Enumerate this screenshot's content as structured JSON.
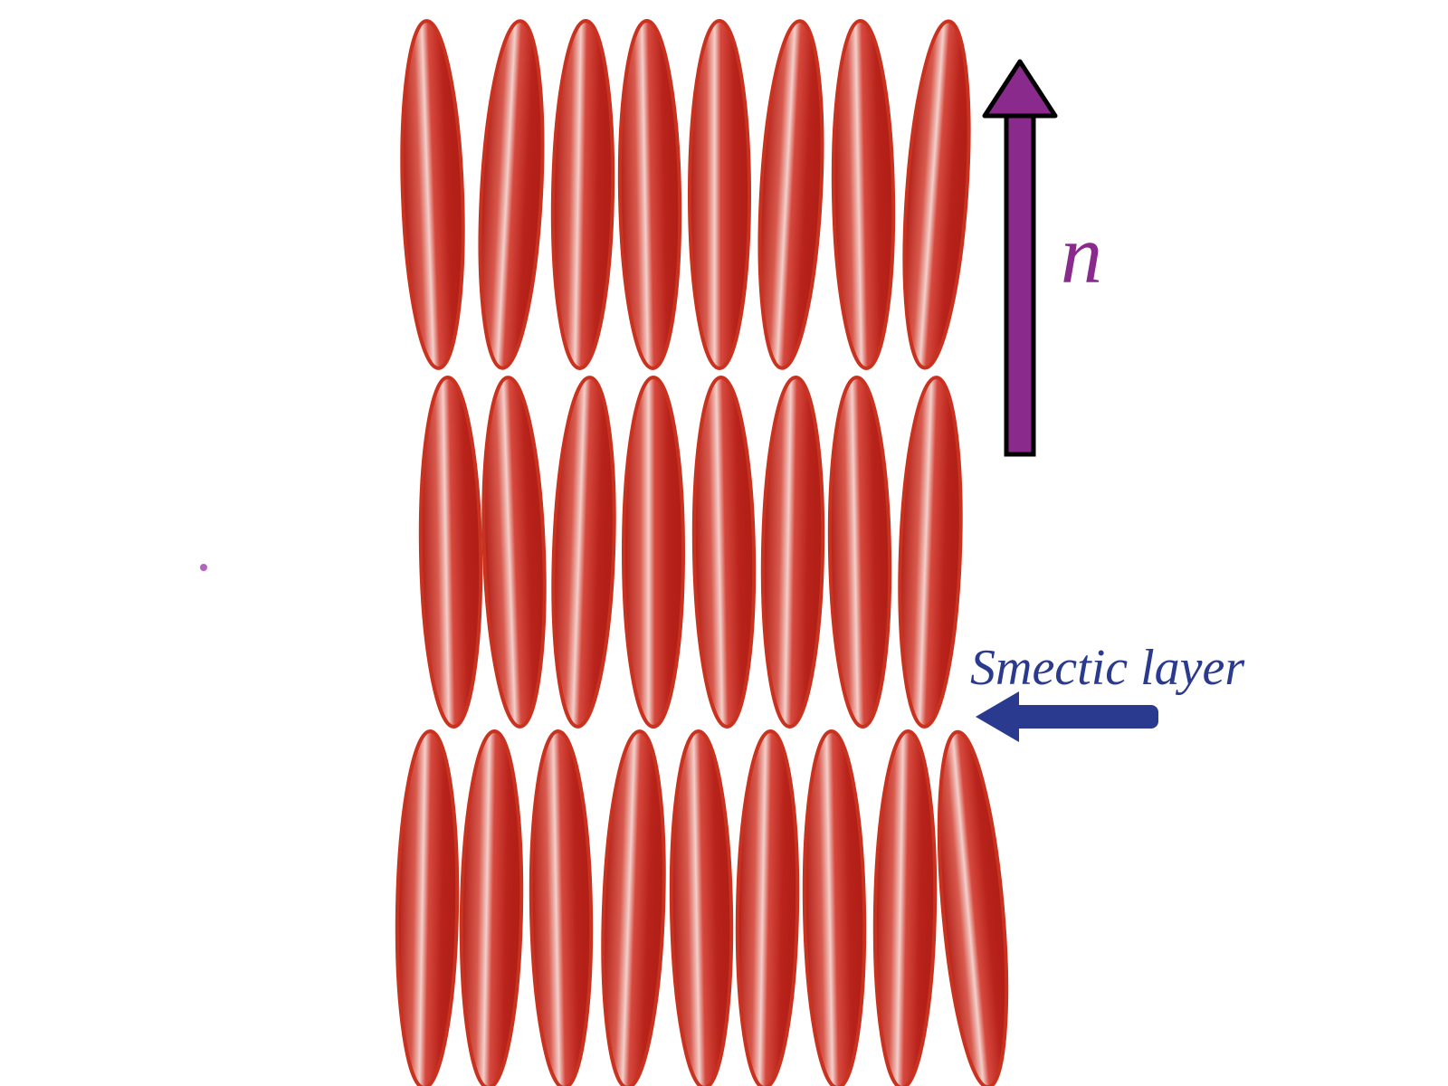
{
  "labels": {
    "director": "n",
    "layer": "Smectic layer"
  },
  "icons": {
    "director_arrow": "up-arrow-icon",
    "layer_arrow": "left-arrow-icon"
  },
  "colors": {
    "molecule_fill": "#b8231a",
    "molecule_edge": "#c8321f",
    "director_arrow": "#8a2a8c",
    "layer_arrow": "#2a3b8f"
  },
  "layers": [
    {
      "name": "top-layer",
      "molecule_count": 8
    },
    {
      "name": "middle-layer",
      "molecule_count": 8
    },
    {
      "name": "bottom-layer",
      "molecule_count": 9
    }
  ]
}
